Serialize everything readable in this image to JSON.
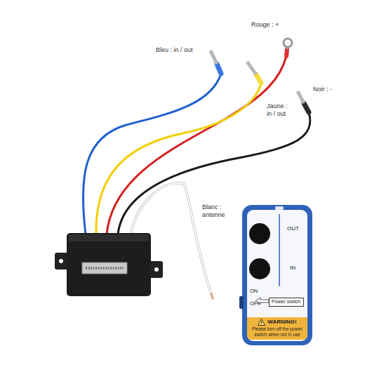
{
  "diagram": {
    "nodes": [
      {
        "text": [
          "OUT",
          "IN",
          "ON",
          "OFF"
        ]
      },
      {
        "text": [
          "Power switch"
        ],
        "in": 0
      },
      {
        "text": [
          "WARNING!",
          "Please turn off the power switch when not in use"
        ],
        "in": 0
      }
    ],
    "labels": [
      "Rouge : +",
      "Bleu : in / out",
      "Jaune : in / out",
      "Noir : -",
      "Blanc : antenne"
    ]
  }
}
